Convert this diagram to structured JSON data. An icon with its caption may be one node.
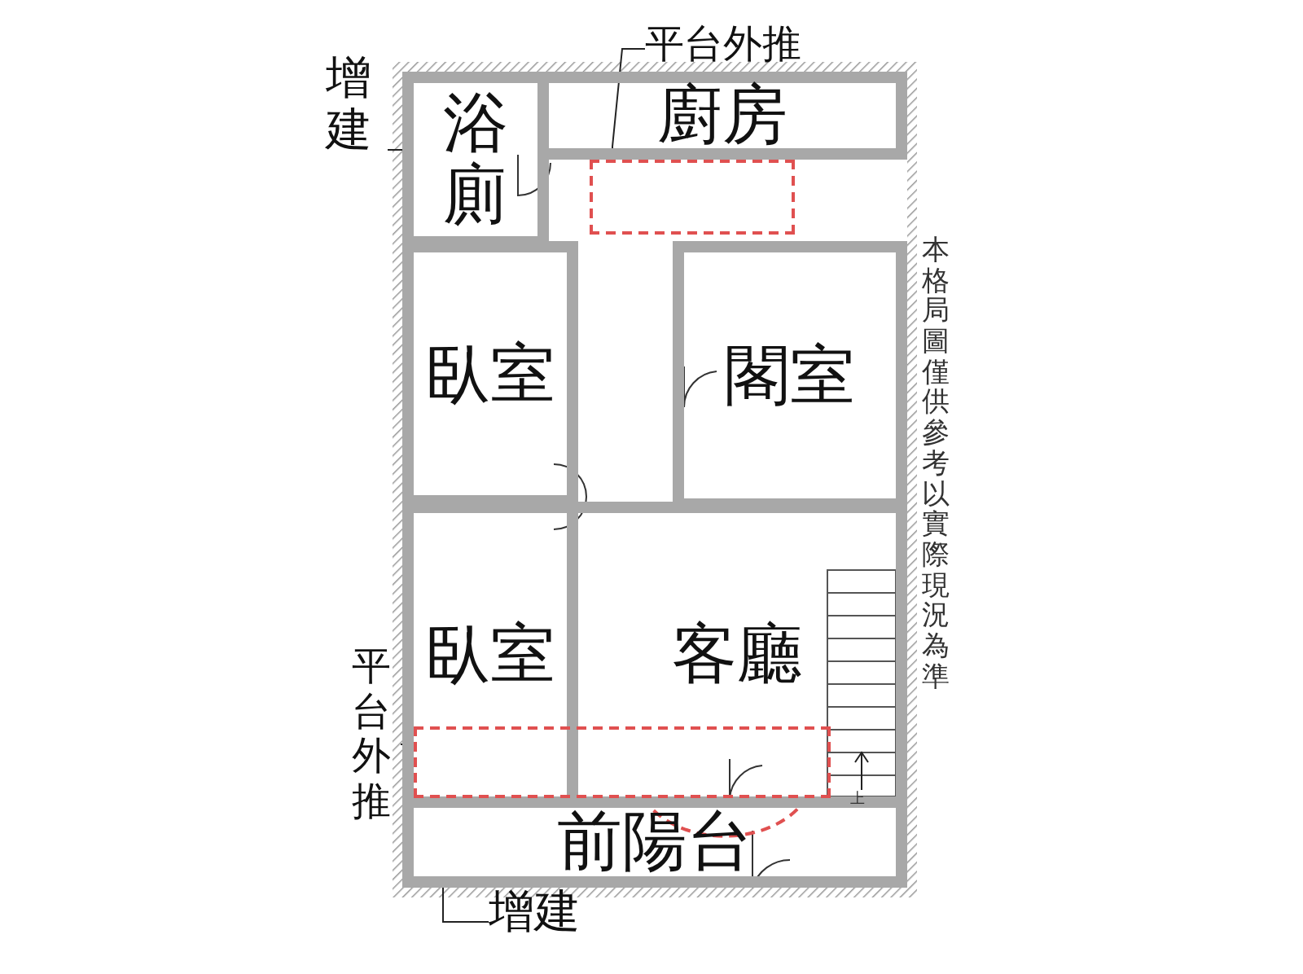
{
  "diagram": {
    "nodes": [
      {
        "text": [
          "浴廁"
        ]
      },
      {
        "text": [
          "廚房"
        ]
      },
      {
        "text": [
          "臥室"
        ]
      },
      {
        "text": [
          "閣室"
        ]
      },
      {
        "text": [
          "臥室"
        ]
      },
      {
        "text": [
          "客廳"
        ]
      },
      {
        "text": [
          "前陽台"
        ]
      },
      {
        "text": [
          "增建"
        ]
      },
      {
        "text": [
          "平台外推"
        ]
      },
      {
        "text": [
          "平台外推"
        ]
      },
      {
        "text": [
          "增建"
        ]
      },
      {
        "text": [],
        "shape": "box"
      },
      {
        "text": [],
        "shape": "box"
      }
    ],
    "edges": [
      {
        "from": 7,
        "to": 0,
        "arrow": "none"
      },
      {
        "from": 8,
        "to": 11,
        "arrow": "none"
      },
      {
        "from": 9,
        "to": 12,
        "arrow": "none"
      },
      {
        "from": 10,
        "to": 6,
        "arrow": "none"
      }
    ],
    "labels": [
      "本格局圖僅供參考以實際現況為準",
      "上"
    ]
  }
}
